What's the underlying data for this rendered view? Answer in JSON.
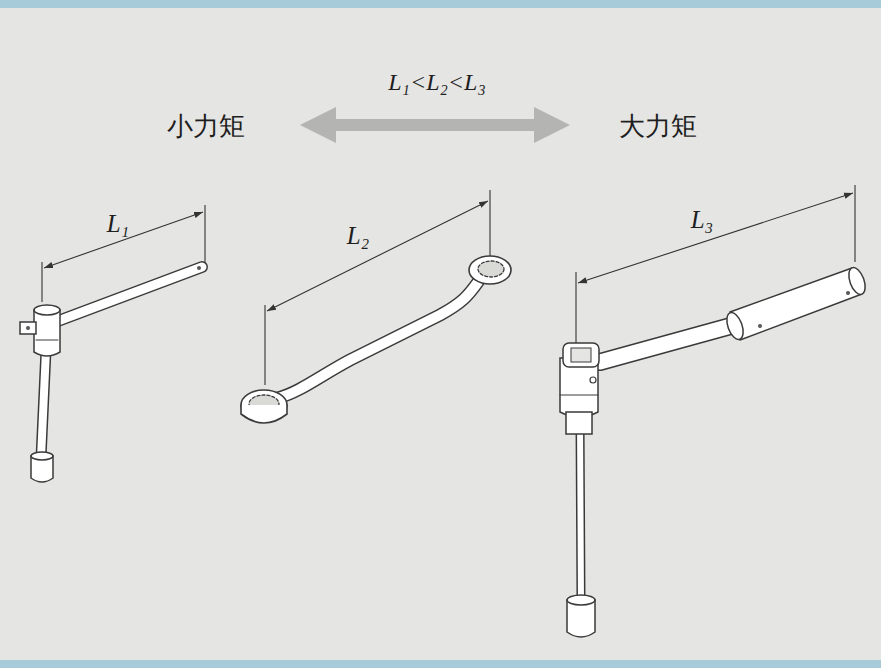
{
  "diagram": {
    "labels": [
      "L₁<L₂<L₃",
      "小力矩",
      "大力矩",
      "L₁",
      "L₂",
      "L₃"
    ]
  }
}
